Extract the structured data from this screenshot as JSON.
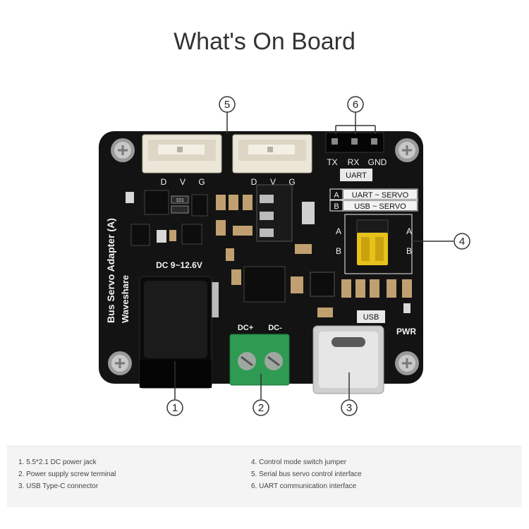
{
  "title": "What's On Board",
  "callouts": [
    "1",
    "2",
    "3",
    "4",
    "5",
    "6"
  ],
  "board": {
    "vertical_label": "Bus Servo Adapter (A)",
    "brand_label": "Waveshare",
    "servo_pins": [
      "D",
      "V",
      "G"
    ],
    "uart_pins": [
      "TX",
      "RX",
      "GND"
    ],
    "uart_label": "UART",
    "mode_a_letter": "A",
    "mode_a_text": "UART ~ SERVO",
    "mode_b_letter": "B",
    "mode_b_text": "USB ~ SERVO",
    "voltage_label": "DC 9~12.6V",
    "dc_plus": "DC+",
    "dc_minus": "DC-",
    "usb_label": "USB",
    "pwr_label": "PWR",
    "jumper_a": "A",
    "jumper_b": "B",
    "resistor_label": "101"
  },
  "legend": {
    "left": [
      "1. 5.5*2.1 DC power jack",
      "2. Power supply screw terminal",
      "3. USB Type-C connector"
    ],
    "right": [
      "4. Control mode switch jumper",
      "5. Serial bus servo control interface",
      "6. UART communication interface"
    ]
  },
  "colors": {
    "pcb": "#131313",
    "terminal_green": "#2f9a52",
    "jumper_yellow": "#e8c21c",
    "silkscreen": "#f2f2f2"
  }
}
